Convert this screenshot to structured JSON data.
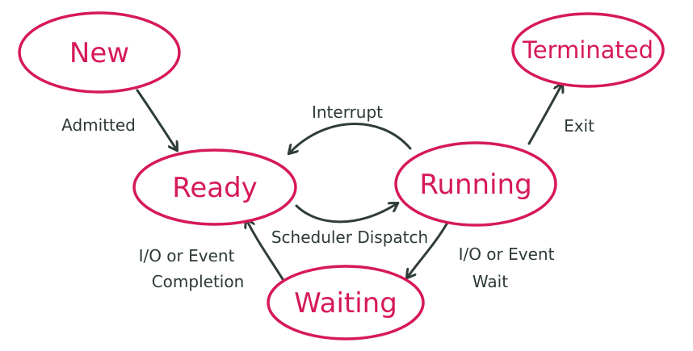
{
  "colors": {
    "state": "#d6195a",
    "edge": "#2f3d37",
    "edge_text": "#2d3a34",
    "background": "#ffffff"
  },
  "states": {
    "new": "New",
    "ready": "Ready",
    "running": "Running",
    "waiting": "Waiting",
    "terminated": "Terminated"
  },
  "transitions": {
    "admitted": "Admitted",
    "interrupt": "Interrupt",
    "scheduler_dispatch": "Scheduler Dispatch",
    "exit": "Exit",
    "io_event_completion": [
      "I/O or Event",
      "Completion"
    ],
    "io_event_wait": [
      "I/O or Event",
      "Wait"
    ]
  }
}
